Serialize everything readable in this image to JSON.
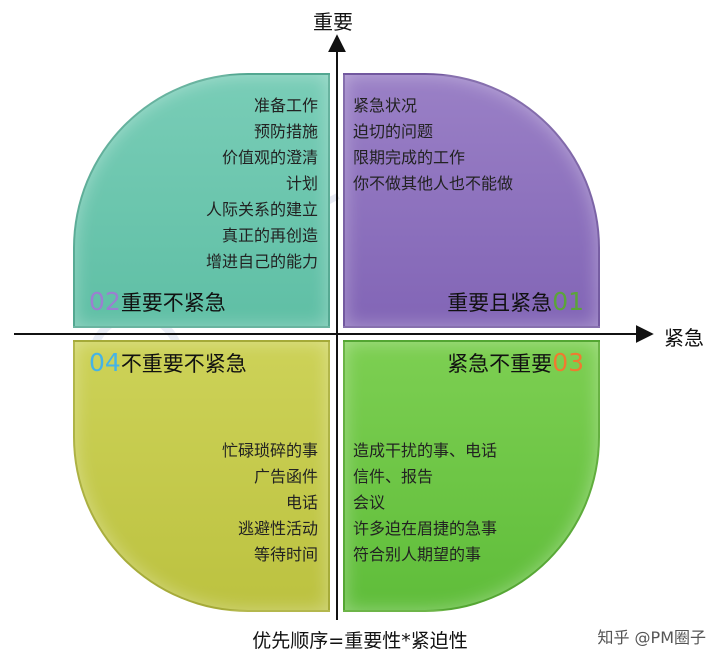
{
  "axes": {
    "y_label": "重要",
    "x_label": "紧急"
  },
  "quadrants": {
    "q1": {
      "title": "重要且紧急",
      "number": "01",
      "color": "#8265b6",
      "items": [
        "紧急状况",
        "迫切的问题",
        "限期完成的工作",
        "你不做其他人也不能做"
      ]
    },
    "q2": {
      "title": "重要不紧急",
      "number": "02",
      "color": "#5fbfa5",
      "items": [
        "准备工作",
        "预防措施",
        "价值观的澄清",
        "计划",
        "人际关系的建立",
        "真正的再创造",
        "增进自己的能力"
      ]
    },
    "q3": {
      "title": "紧急不重要",
      "number": "03",
      "color": "#5fbd3a",
      "items": [
        "造成干扰的事、电话",
        "信件、报告",
        "会议",
        "许多迫在眉捷的急事",
        "符合别人期望的事"
      ]
    },
    "q4": {
      "title": "不重要不紧急",
      "number": "04",
      "color": "#bcc240",
      "items": [
        "忙碌琐碎的事",
        "广告函件",
        "电话",
        "逃避性活动",
        "等待时间"
      ]
    }
  },
  "caption": "优先顺序=重要性*紧迫性",
  "credit": "知乎 @PM圈子",
  "watermark": "PM圈子"
}
